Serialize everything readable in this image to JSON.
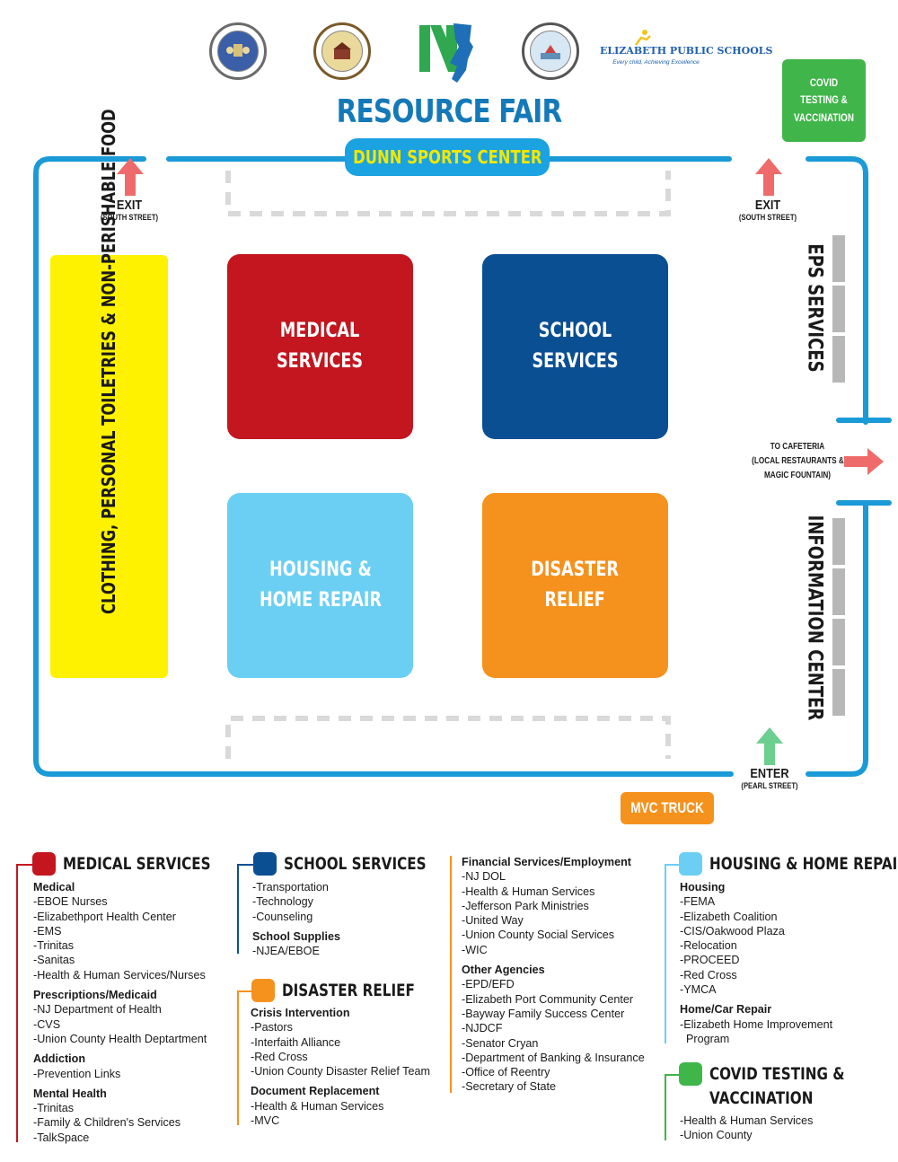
{
  "header": {
    "seals": [
      "state-seal-icon",
      "county-seal-icon",
      "nj-logo-icon",
      "city-seal-icon"
    ],
    "nj_logo_text": "NJ",
    "eps_logo_text": "ELIZABETH PUBLIC SCHOOLS",
    "eps_tagline": "Every child, Achieving Excellence",
    "title": "RESOURCE FAIR",
    "venue": "DUNN SPORTS CENTER",
    "covid_corner": "COVID TESTING & VACCINATION"
  },
  "map": {
    "exit_left": {
      "label": "EXIT",
      "street": "(SOUTH STREET)"
    },
    "exit_right": {
      "label": "EXIT",
      "street": "(SOUTH STREET)"
    },
    "enter": {
      "label": "ENTER",
      "street": "(PEARL STREET)"
    },
    "cafeteria": {
      "line1": "TO CAFETERIA",
      "line2": "(LOCAL RESTAURANTS &",
      "line3": "MAGIC FOUNTAIN)"
    },
    "clothing_booth": "CLOTHING, PERSONAL TOILETRIES & NON-PERISHABLE FOOD",
    "medical_booth": "MEDICAL\nSERVICES",
    "school_booth": "SCHOOL SERVICES",
    "housing_booth": "HOUSING &\nHOME REPAIR",
    "disaster_booth": "DISASTER\nRELIEF",
    "eps_services": "EPS SERVICES",
    "information_center": "INFORMATION CENTER",
    "mvc_truck": "MVC TRUCK"
  },
  "colors": {
    "medical": "#c3161f",
    "school": "#0b4f93",
    "housing": "#6bcff3",
    "disaster": "#f5921e",
    "clothing": "#fff200",
    "covid": "#40b54a",
    "wall": "#1a9ad6",
    "arrow_exit": "#ef6b6b",
    "arrow_enter": "#6ccf8f"
  },
  "legend": {
    "medical": {
      "title": "MEDICAL SERVICES",
      "groups": [
        {
          "heading": "Medical",
          "items": [
            "-EBOE Nurses",
            "-Elizabethport Health Center",
            "-EMS",
            "-Trinitas",
            "-Sanitas",
            "-Health & Human Services/Nurses"
          ]
        },
        {
          "heading": "Prescriptions/Medicaid",
          "items": [
            "-NJ Department of Health",
            "-CVS",
            "-Union County Health Deptartment"
          ]
        },
        {
          "heading": "Addiction",
          "items": [
            "-Prevention Links"
          ]
        },
        {
          "heading": "Mental Health",
          "items": [
            "-Trinitas",
            "-Family & Children's Services",
            "-TalkSpace"
          ]
        }
      ]
    },
    "school": {
      "title": "SCHOOL SERVICES",
      "groups": [
        {
          "heading": "",
          "items": [
            "-Transportation",
            "-Technology",
            "-Counseling"
          ]
        },
        {
          "heading": "School Supplies",
          "items": [
            "-NJEA/EBOE"
          ]
        }
      ]
    },
    "disaster": {
      "title": "DISASTER RELIEF",
      "groups": [
        {
          "heading": "Crisis Intervention",
          "items": [
            "-Pastors",
            "-Interfaith Alliance",
            "-Red Cross",
            "-Union County Disaster Relief Team"
          ]
        },
        {
          "heading": "Document Replacement",
          "items": [
            "-Health & Human Services",
            "-MVC"
          ]
        }
      ]
    },
    "other": {
      "groups": [
        {
          "heading": "Financial Services/Employment",
          "items": [
            "-NJ DOL",
            "-Health & Human Services",
            "-Jefferson Park Ministries",
            "-United Way",
            "-Union County Social Services",
            "-WIC"
          ]
        },
        {
          "heading": "Other Agencies",
          "items": [
            "-EPD/EFD",
            "-Elizabeth Port Community Center",
            "-Bayway Family Success Center",
            "-NJDCF",
            "-Senator Cryan",
            "-Department of Banking & Insurance",
            "-Office of Reentry",
            "-Secretary of State"
          ]
        }
      ]
    },
    "housing": {
      "title": "HOUSING & HOME REPAIR",
      "groups": [
        {
          "heading": "Housing",
          "items": [
            "-FEMA",
            "-Elizabeth Coalition",
            "-CIS/Oakwood Plaza",
            "-Relocation",
            "-PROCEED",
            "-Red Cross",
            "-YMCA"
          ]
        },
        {
          "heading": "Home/Car Repair",
          "items": [
            "-Elizabeth Home Improvement",
            "  Program"
          ]
        }
      ]
    },
    "covid": {
      "title_line1": "COVID TESTING &",
      "title_line2": "VACCINATION",
      "groups": [
        {
          "heading": "",
          "items": [
            "-Health & Human Services",
            "-Union County"
          ]
        }
      ]
    }
  }
}
